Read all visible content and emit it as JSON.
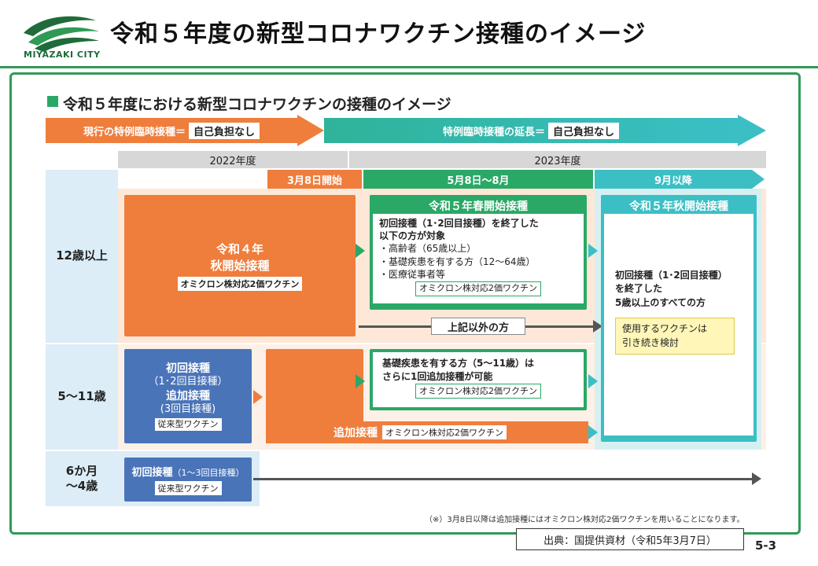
{
  "header": {
    "logo_text": "MIYAZAKI CITY",
    "title": "令和５年度の新型コロナワクチン接種のイメージ",
    "colors": {
      "green": "#2f9a55"
    }
  },
  "diagram": {
    "subtitle": "令和５年度における新型コロナワクチンの接種のイメージ",
    "banner_left": {
      "text": "現行の特例臨時接種＝",
      "tag": "自己負担なし"
    },
    "banner_right": {
      "text": "特例臨時接種の延長＝",
      "tag": "自己負担なし"
    },
    "years": {
      "y2022": "2022年度",
      "y2023": "2023年度"
    },
    "phases": {
      "march": "3月8日開始",
      "may": "5月8日～8月",
      "sept": "9月以降"
    },
    "rows": {
      "r12": "12歳以上",
      "r5_11": "5～11歳",
      "r6m_line1": "6か月",
      "r6m_line2": "～4歳"
    },
    "boxes": {
      "r4_autumn_line1": "令和４年",
      "r4_autumn_line2": "秋開始接種",
      "r4_autumn_vaccine": "オミクロン株対応2価ワクチン",
      "spring_title": "令和５年春開始接種",
      "spring_body1": "初回接種（1･2回目接種）を終了した",
      "spring_body2": "以下の方が対象",
      "spring_item1": "・高齢者（65歳以上）",
      "spring_item2": "・基礎疾患を有する方（12～64歳）",
      "spring_item3": "・医療従事者等",
      "spring_vaccine": "オミクロン株対応2価ワクチン",
      "others": "上記以外の方",
      "autumn_title": "令和５年秋開始接種",
      "autumn_body1": "初回接種（1･2回目接種）",
      "autumn_body2": "を終了した",
      "autumn_body3": "5歳以上のすべての方",
      "autumn_vaccine_line1": "使用するワクチンは",
      "autumn_vaccine_line2": "引き続き検討",
      "child_initial": "初回接種",
      "child_initial_sub": "（1･2回目接種）",
      "child_booster": "追加接種",
      "child_booster_sub": "(3回目接種)",
      "child_vaccine": "従来型ワクチン",
      "child_spring1": "基礎疾患を有する方（5～11歳）は",
      "child_spring2": "さらに1回追加接種が可能",
      "child_spring_vaccine": "オミクロン株対応2価ワクチン",
      "child_booster_bar": "追加接種",
      "child_booster_bar_vaccine": "オミクロン株対応2価ワクチン",
      "infant_initial": "初回接種",
      "infant_initial_sub": "（1～3回目接種）",
      "infant_vaccine": "従来型ワクチン"
    },
    "footnote": "（※）3月8日以降は追加接種にはオミクロン株対応2価ワクチンを用いることになります。",
    "colors": {
      "orange": "#ef7d3c",
      "green": "#2aa866",
      "teal": "#3bbfc5",
      "blue": "#4a74b8",
      "lightblue": "#dcedf7",
      "yellow": "#fff6b8"
    }
  },
  "footer": {
    "source": "出典：国提供資材（令和5年3月7日）",
    "page": "5-3"
  }
}
